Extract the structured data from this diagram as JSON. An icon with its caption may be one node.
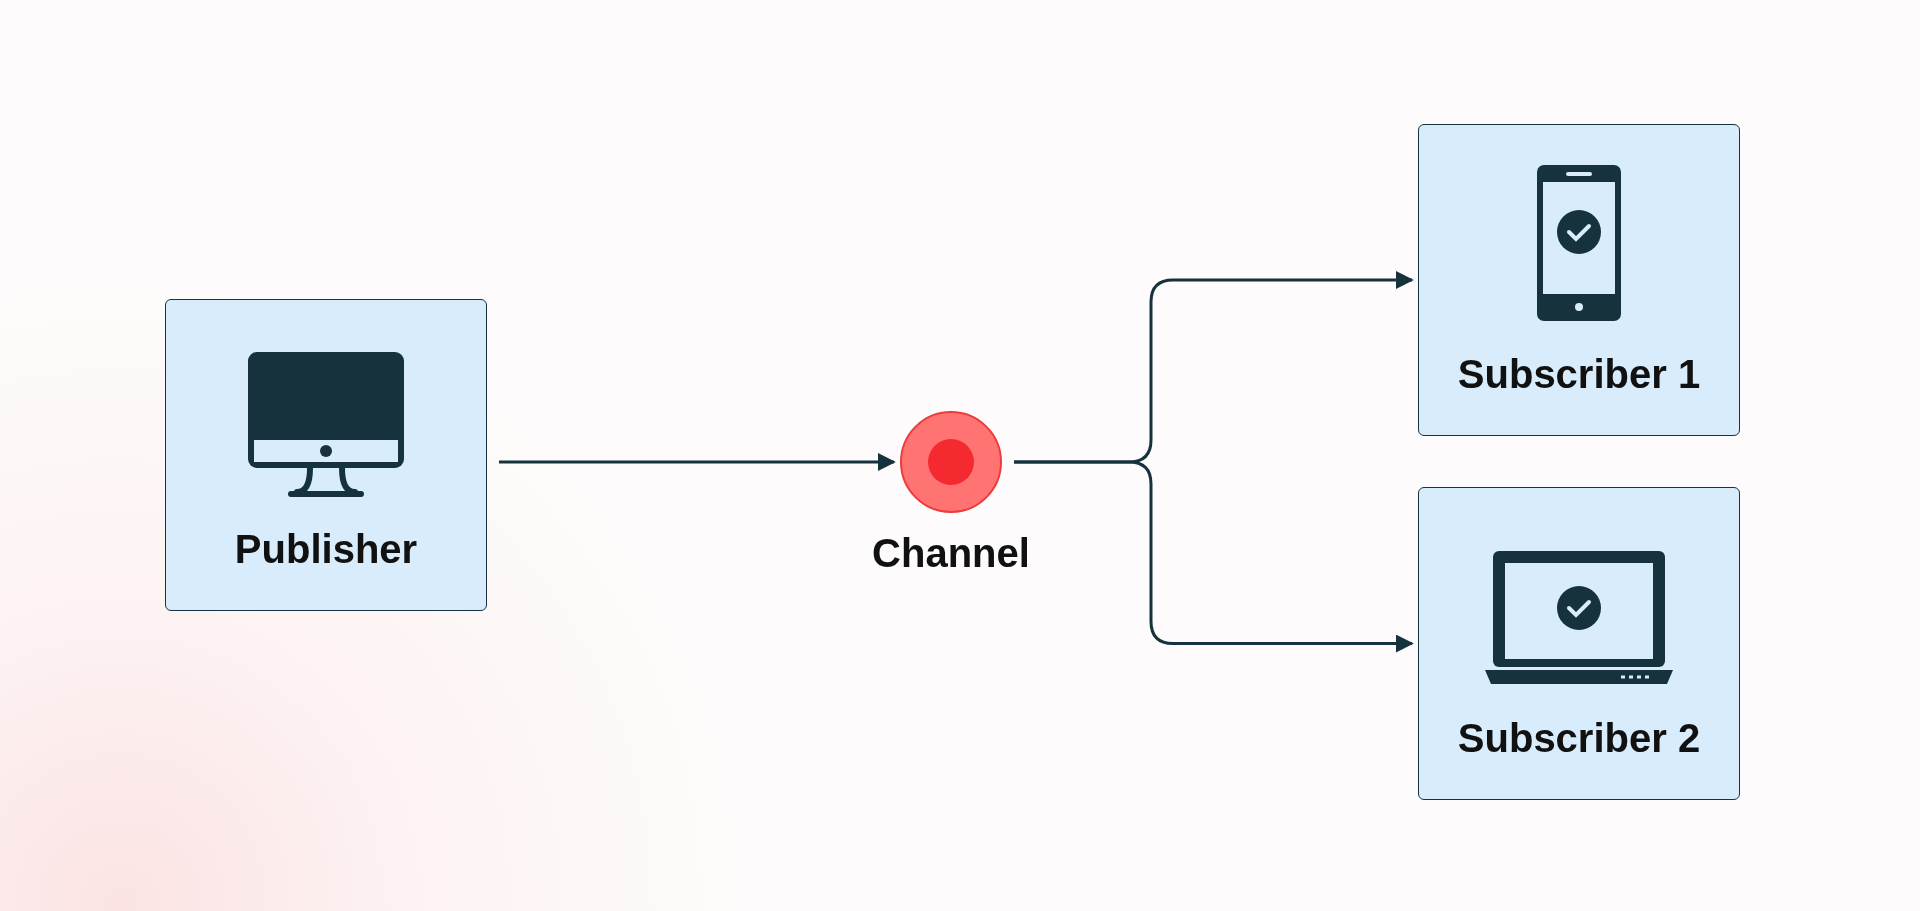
{
  "diagram": {
    "nodes": [
      {
        "text": [
          "Publisher"
        ]
      },
      {
        "text": [
          "Channel"
        ]
      },
      {
        "text": [
          "Subscriber 1"
        ]
      },
      {
        "text": [
          "Subscriber 2"
        ]
      }
    ],
    "edges": [
      {
        "from": 0,
        "to": 1,
        "arrow": "to"
      },
      {
        "from": 1,
        "to": 2,
        "arrow": "to"
      },
      {
        "from": 1,
        "to": 3,
        "arrow": "to"
      }
    ]
  }
}
